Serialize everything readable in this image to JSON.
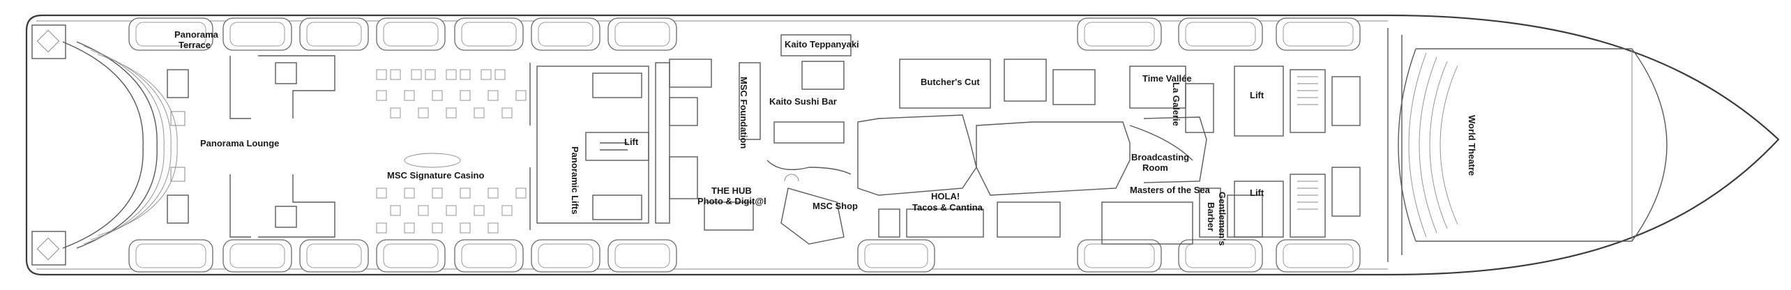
{
  "labels": {
    "panorama_terrace_1": "Panorama",
    "panorama_terrace_2": "Terrace",
    "panorama_lounge": "Panorama Lounge",
    "casino": "MSC Signature Casino",
    "panoramic_lifts": "Panoramic Lifts",
    "lift_mid": "Lift",
    "kaito_teppanyaki": "Kaito Teppanyaki",
    "msc_foundation": "MSC Foundation",
    "kaito_sushi_bar": "Kaito Sushi Bar",
    "the_hub_1": "THE HUB",
    "the_hub_2": "Photo & Digit@l",
    "msc_shop": "MSC Shop",
    "butchers_cut": "Butcher's Cut",
    "hola_1": "HOLA!",
    "hola_2": "Tacos & Cantina",
    "time_vallee": "Time Vallée",
    "la_galerie": "La Galerie",
    "broadcasting_1": "Broadcasting",
    "broadcasting_2": "Room",
    "masters_of_the_sea": "Masters of the Sea",
    "gentlemens_barber_1": "Gentlemen's",
    "gentlemens_barber_2": "Barber",
    "lift_top": "Lift",
    "lift_bottom": "Lift",
    "world_theatre": "World Theatre"
  }
}
